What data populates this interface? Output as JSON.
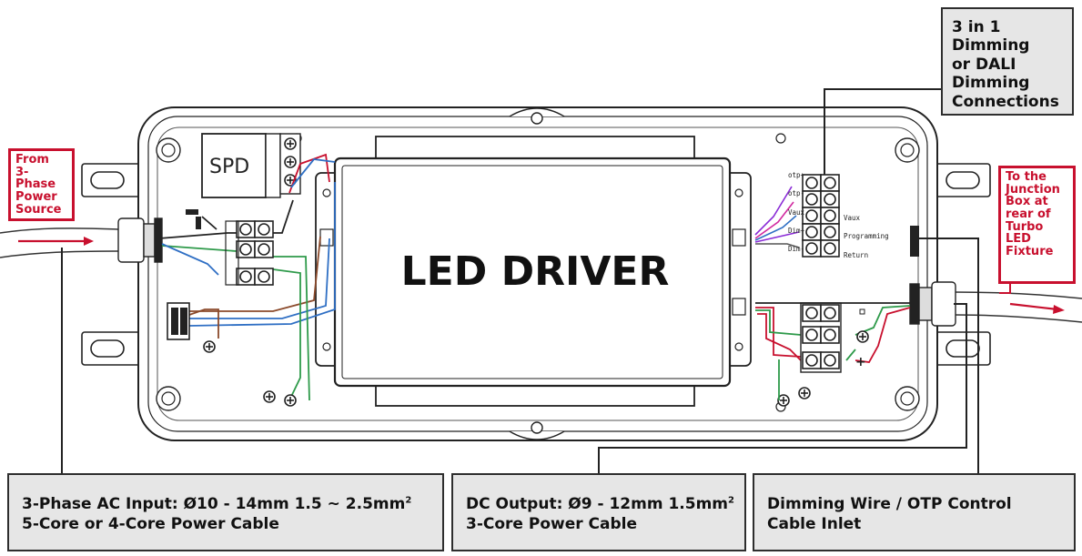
{
  "driver": {
    "label": "LED DRIVER"
  },
  "spd": {
    "label": "SPD"
  },
  "terminal_labels": {
    "otp_plus": "otp+",
    "otp_minus": "otp-",
    "vaux_in": "Vaux",
    "dim_plus": "Dim+",
    "dim_minus": "Dim-",
    "vaux_out": "Vaux",
    "programming": "Programming",
    "return": "Return",
    "dc_plus": "+"
  },
  "callouts": {
    "dimming": "3 in 1\nDimming\nor DALI\nDimming\nConnections",
    "source": "From\n3-Phase\nPower\nSource",
    "destination": "To the\nJunction\nBox at\nrear of\nTurbo\nLED\nFixture"
  },
  "bottom": {
    "ac_input": {
      "line1": "3-Phase AC Input: Ø10 - 14mm 1.5 ~ 2.5mm",
      "line1_sup": "2",
      "line2": "5-Core or 4-Core Power Cable"
    },
    "dc_output": {
      "line1": "DC Output: Ø9 - 12mm 1.5mm",
      "line1_sup": "2",
      "line2": "3-Core Power Cable"
    },
    "dimming_inlet": {
      "line1": "Dimming Wire / OTP Control",
      "line2": "Cable Inlet"
    }
  },
  "colors": {
    "accent_red": "#c8102e",
    "wire_green": "#2e9a4a",
    "wire_blue": "#2f6fc4",
    "wire_brown": "#8b4a2b",
    "wire_purple": "#8a2bd6",
    "wire_magenta": "#d12aa0",
    "callout_gray": "#e6e6e6"
  }
}
